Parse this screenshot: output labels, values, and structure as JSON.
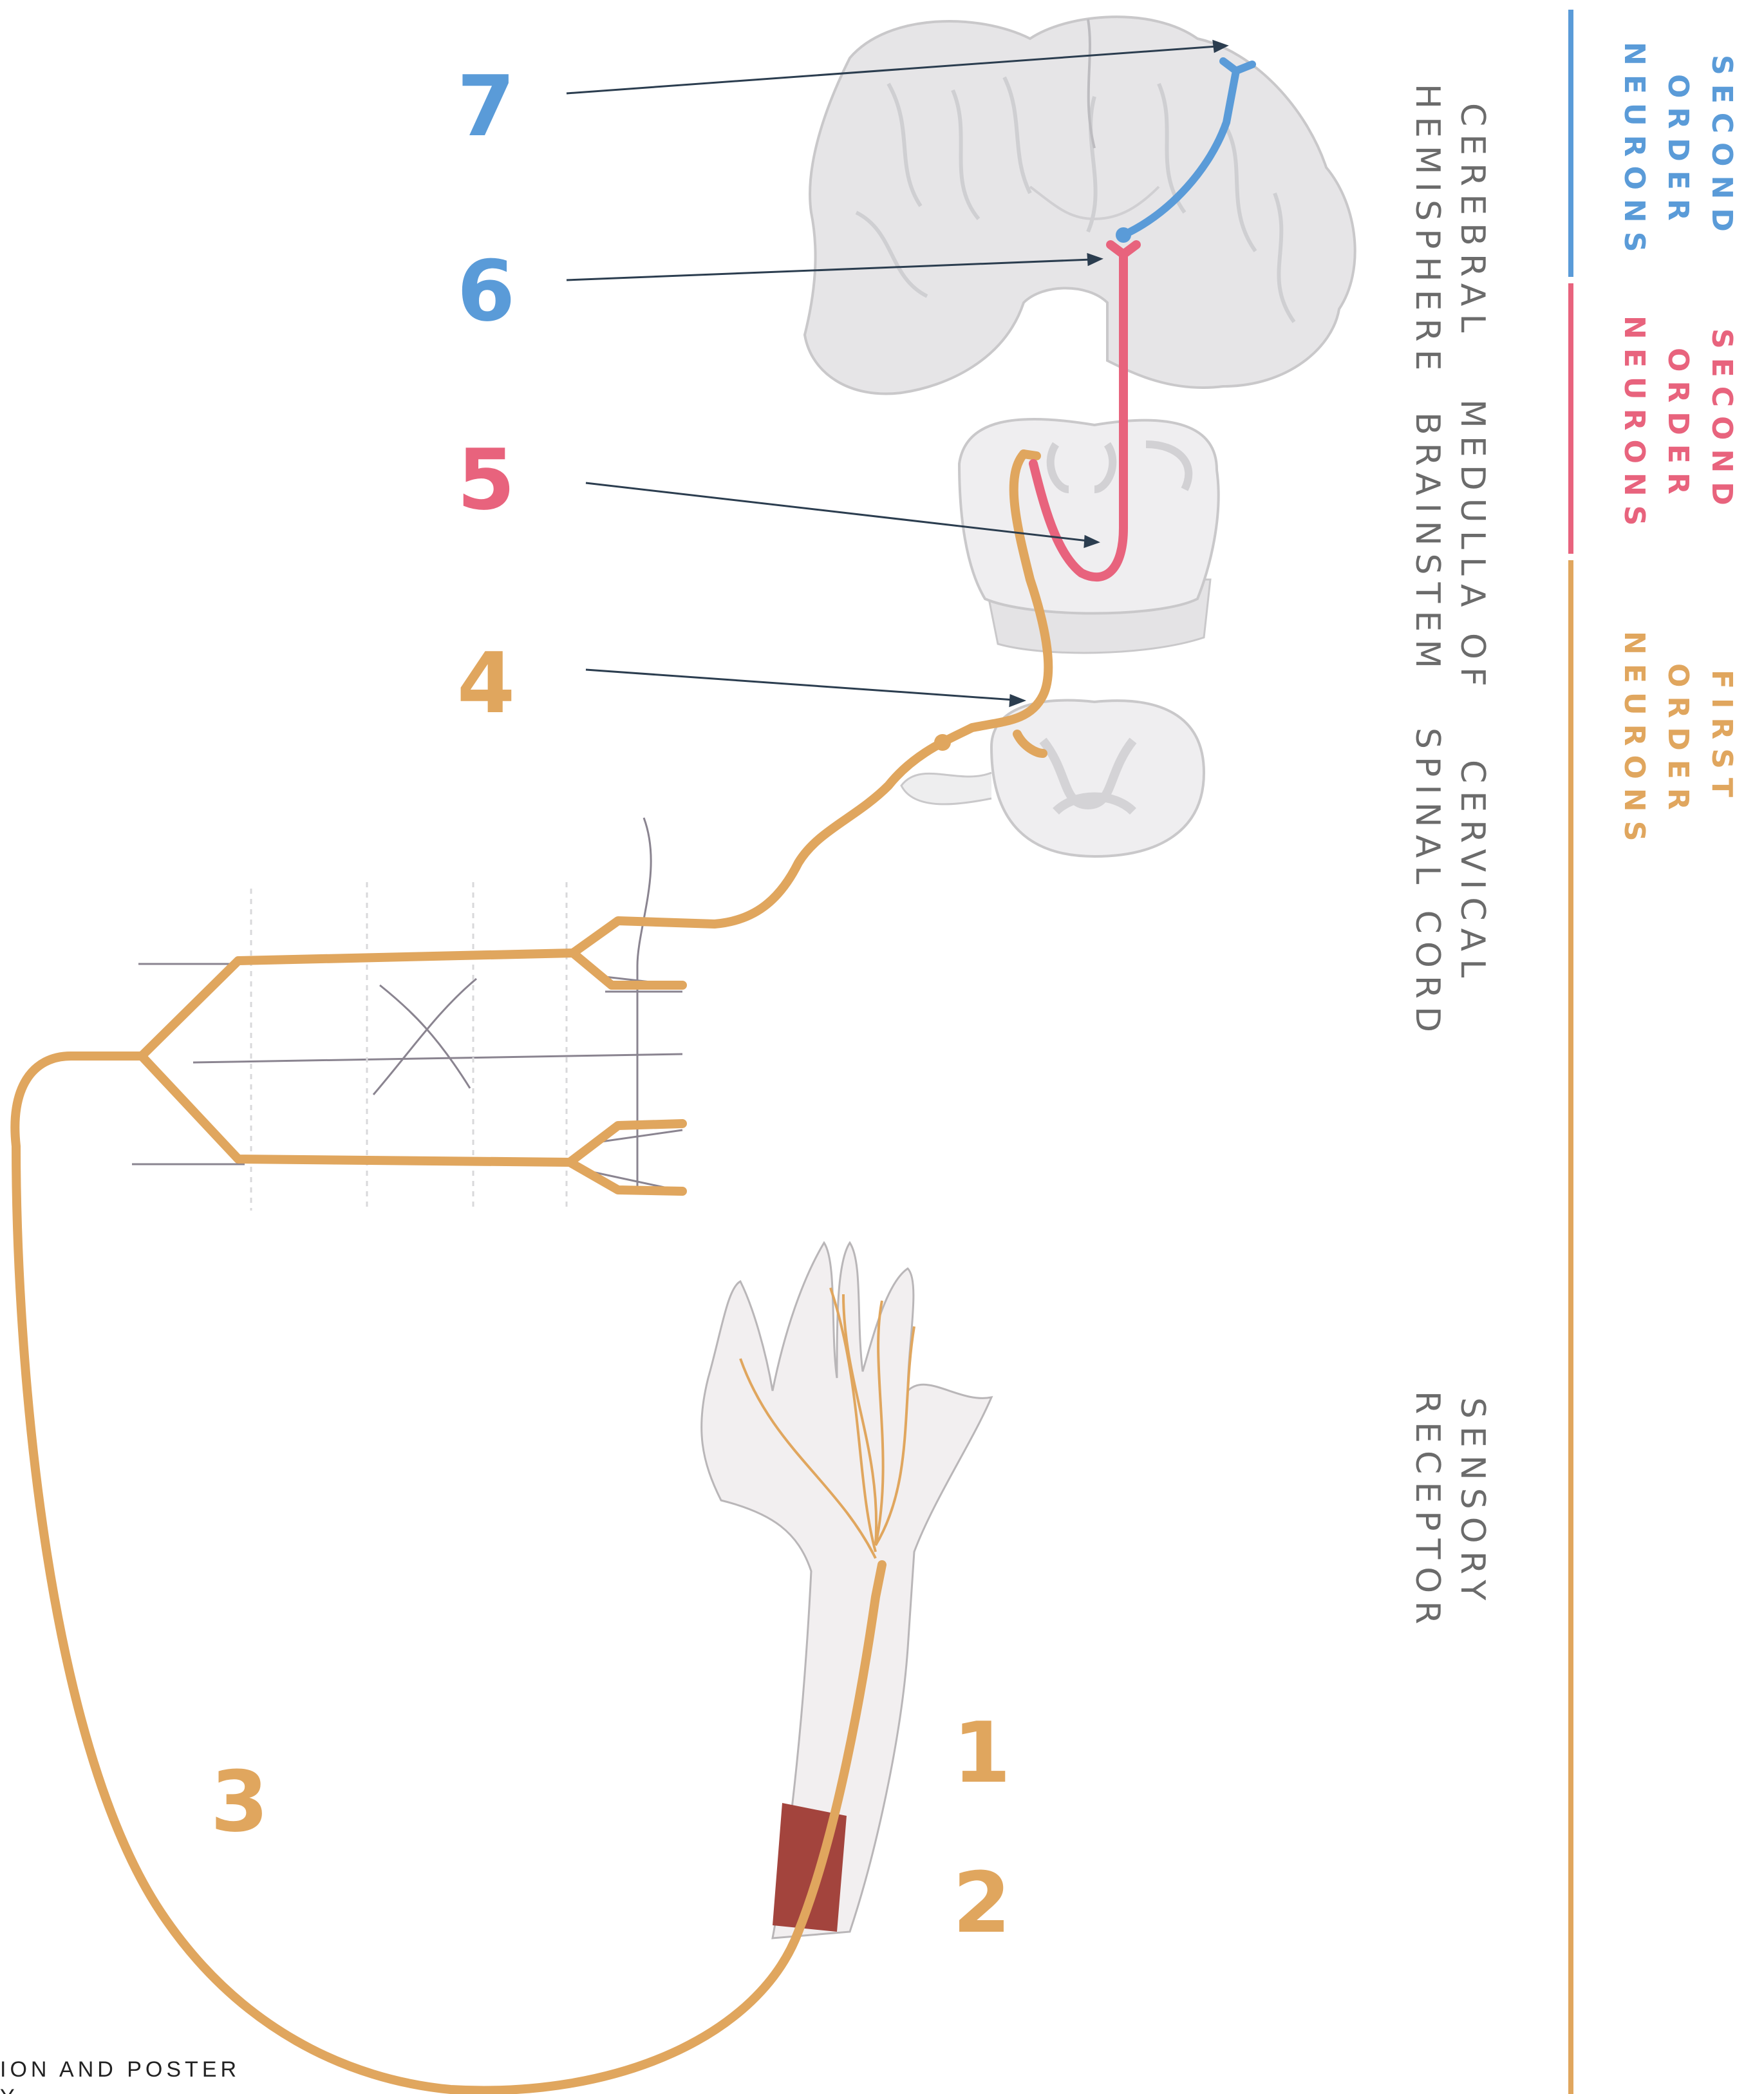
{
  "numbers": {
    "n1": "1",
    "n2": "2",
    "n3": "3",
    "n4": "4",
    "n5": "5",
    "n6": "6",
    "n7": "7"
  },
  "regions": {
    "cerebral": [
      "CEREBRAL",
      "HEMISPHERE"
    ],
    "medulla": [
      "MEDULLA OF",
      "BRAINSTEM"
    ],
    "cervical": [
      "CERVICAL",
      "SPINAL CORD"
    ],
    "receptor": [
      "SENSORY",
      "RECEPTOR"
    ]
  },
  "legend": {
    "blue": [
      "SECOND",
      "ORDER",
      "NEURONS"
    ],
    "pink": [
      "SECOND",
      "ORDER",
      "NEURONS"
    ],
    "orange": [
      "FIRST",
      "ORDER",
      "NEURONS"
    ]
  },
  "footer": [
    "ION AND POSTER",
    "Y"
  ],
  "colors": {
    "first_order": "#E0A65E",
    "second_order_pink": "#E8637D",
    "second_order_blue": "#5A9BD8",
    "leader": "#2b3d4f",
    "brain_gray": "#e3e2e4"
  }
}
